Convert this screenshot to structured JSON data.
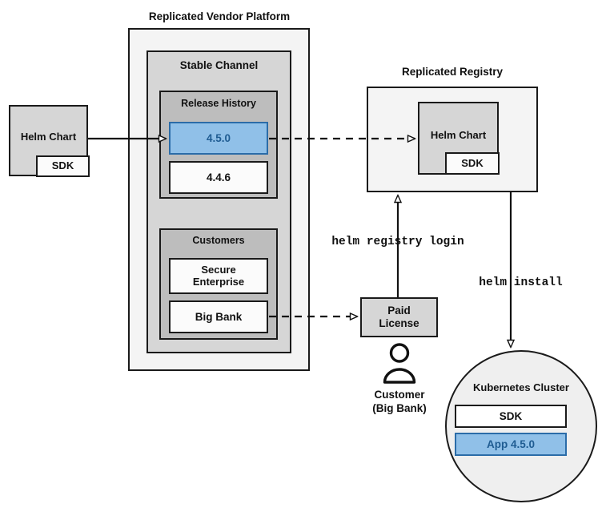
{
  "diagram": {
    "title_vendor_platform": "Replicated Vendor Platform",
    "title_registry": "Replicated Registry",
    "stable_channel_label": "Stable Channel",
    "release_history_label": "Release History",
    "customers_label": "Customers",
    "release_current": "4.5.0",
    "release_previous": "4.4.6",
    "customer_secure_enterprise": "Secure\nEnterprise",
    "customer_secure_enterprise_line1": "Secure",
    "customer_secure_enterprise_line2": "Enterprise",
    "customer_big_bank": "Big Bank",
    "helm_chart_label": "Helm Chart",
    "sdk_label": "SDK",
    "registry_helm_chart_label": "Helm Chart",
    "registry_sdk_label": "SDK",
    "paid_license_line1": "Paid",
    "paid_license_line2": "License",
    "customer_actor_line1": "Customer",
    "customer_actor_line2": "(Big Bank)",
    "kubernetes_cluster_label": "Kubernetes Cluster",
    "cluster_sdk_label": "SDK",
    "cluster_app_label": "App 4.5.0",
    "cmd_helm_registry_login": "helm registry login",
    "cmd_helm_install": "helm install",
    "colors": {
      "accent_blue_fill": "#90c0e8",
      "accent_blue_border": "#2b6ca8",
      "accent_blue_text": "#1f5c92",
      "stroke": "#1a1a1a",
      "fill_lightest": "#f4f4f4",
      "fill_mid": "#d6d6d6",
      "fill_dark": "#bdbdbd"
    }
  }
}
